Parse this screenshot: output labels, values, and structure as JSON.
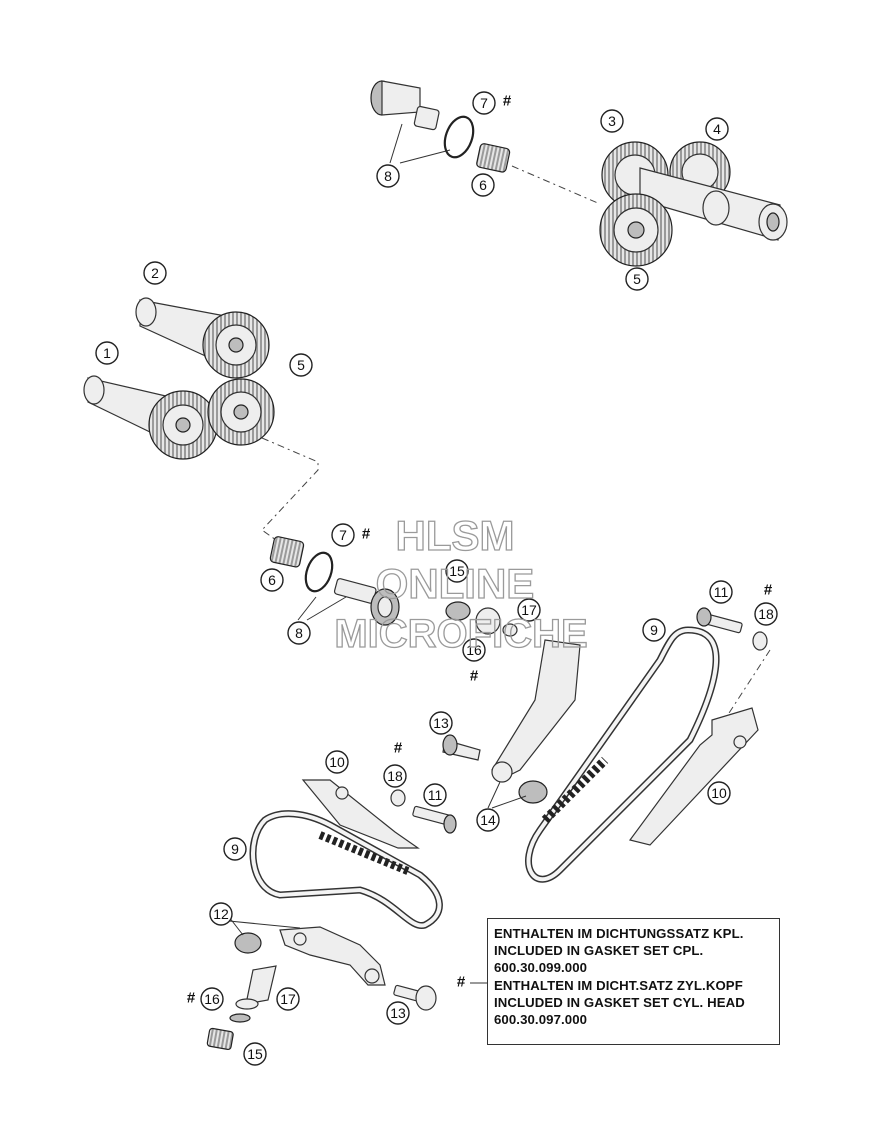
{
  "callouts": [
    "1",
    "2",
    "3",
    "4",
    "5",
    "6",
    "7",
    "8",
    "9",
    "10",
    "11",
    "12",
    "13",
    "14",
    "15",
    "16",
    "17",
    "18"
  ],
  "hash_symbol": "#",
  "watermark": {
    "line1": "HLSM",
    "line2": "ONLINE",
    "line3": "MICROFICHE"
  },
  "note": {
    "lines": [
      "ENTHALTEN IM DICHTUNGSSATZ KPL.",
      "INCLUDED IN GASKET SET CPL.",
      "600.30.099.000",
      "ENTHALTEN IM DICHT.SATZ ZYL.KOPF",
      "INCLUDED IN GASKET SET CYL. HEAD",
      "600.30.097.000"
    ]
  }
}
